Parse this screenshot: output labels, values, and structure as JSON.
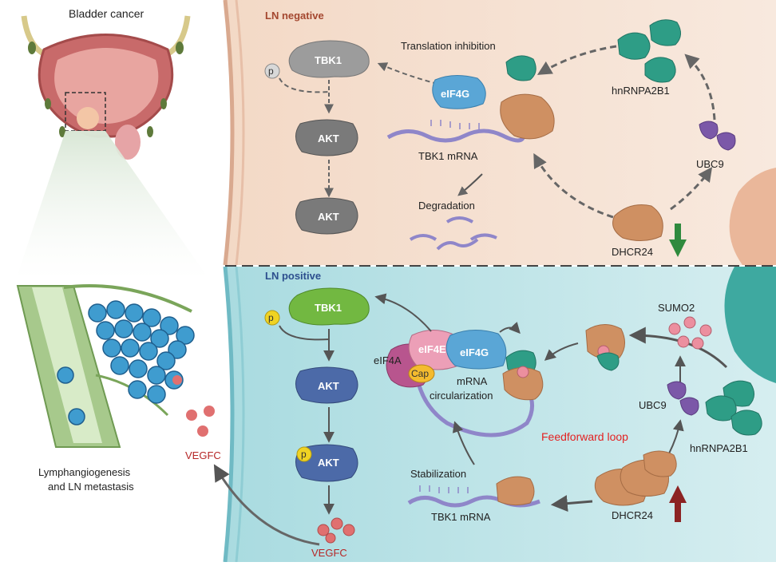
{
  "left_panel": {
    "organ_title": "Bladder cancer",
    "outcome_line1": "Lymphangiogenesis",
    "outcome_line2": "and LN metastasis",
    "vegfc_label": "VEGFC"
  },
  "ln_negative": {
    "header": "LN negative",
    "tbk1": "TBK1",
    "p": "p",
    "akt_top": "AKT",
    "akt_bottom": "AKT",
    "translation_inhibition": "Translation inhibition",
    "eif4g": "eIF4G",
    "tbk1_mrna": "TBK1 mRNA",
    "degradation": "Degradation",
    "hnrnpa2b1": "hnRNPA2B1",
    "ubc9": "UBC9",
    "dhcr24": "DHCR24"
  },
  "ln_positive": {
    "header": "LN positive",
    "tbk1": "TBK1",
    "p_top": "p",
    "akt_top": "AKT",
    "p_bottom": "p",
    "akt_bottom": "AKT",
    "vegfc": "VEGFC",
    "eif4a": "eIF4A",
    "eif4e": "eIF4E",
    "eif4g": "eIF4G",
    "cap": "Cap",
    "mrna_circ_1": "mRNA",
    "mrna_circ_2": "circularization",
    "stabilization": "Stabilization",
    "tbk1_mrna": "TBK1 mRNA",
    "sumo2": "SUMO2",
    "ubc9": "UBC9",
    "hnrnpa2b1": "hnRNPA2B1",
    "feedforward": "Feedforward loop",
    "dhcr24": "DHCR24"
  },
  "colors": {
    "neg_bg": "#f6e2d3",
    "pos_bg": "#c5e7ea",
    "tbk1_neg": "#9c9c9c",
    "tbk1_pos": "#72b841",
    "akt_neg": "#7a7a7a",
    "akt_pos": "#4c6aa8",
    "eif4g": "#5aa6d6",
    "hnrnpa2b1": "#2e9d86",
    "dhcr24": "#cf9062",
    "ubc9": "#7b58a8",
    "sumo2": "#ec8f9f",
    "mrna": "#8f86c9",
    "feedforward": "#e32222",
    "down_arrow": "#2f8a3e",
    "up_arrow": "#8c2323"
  }
}
